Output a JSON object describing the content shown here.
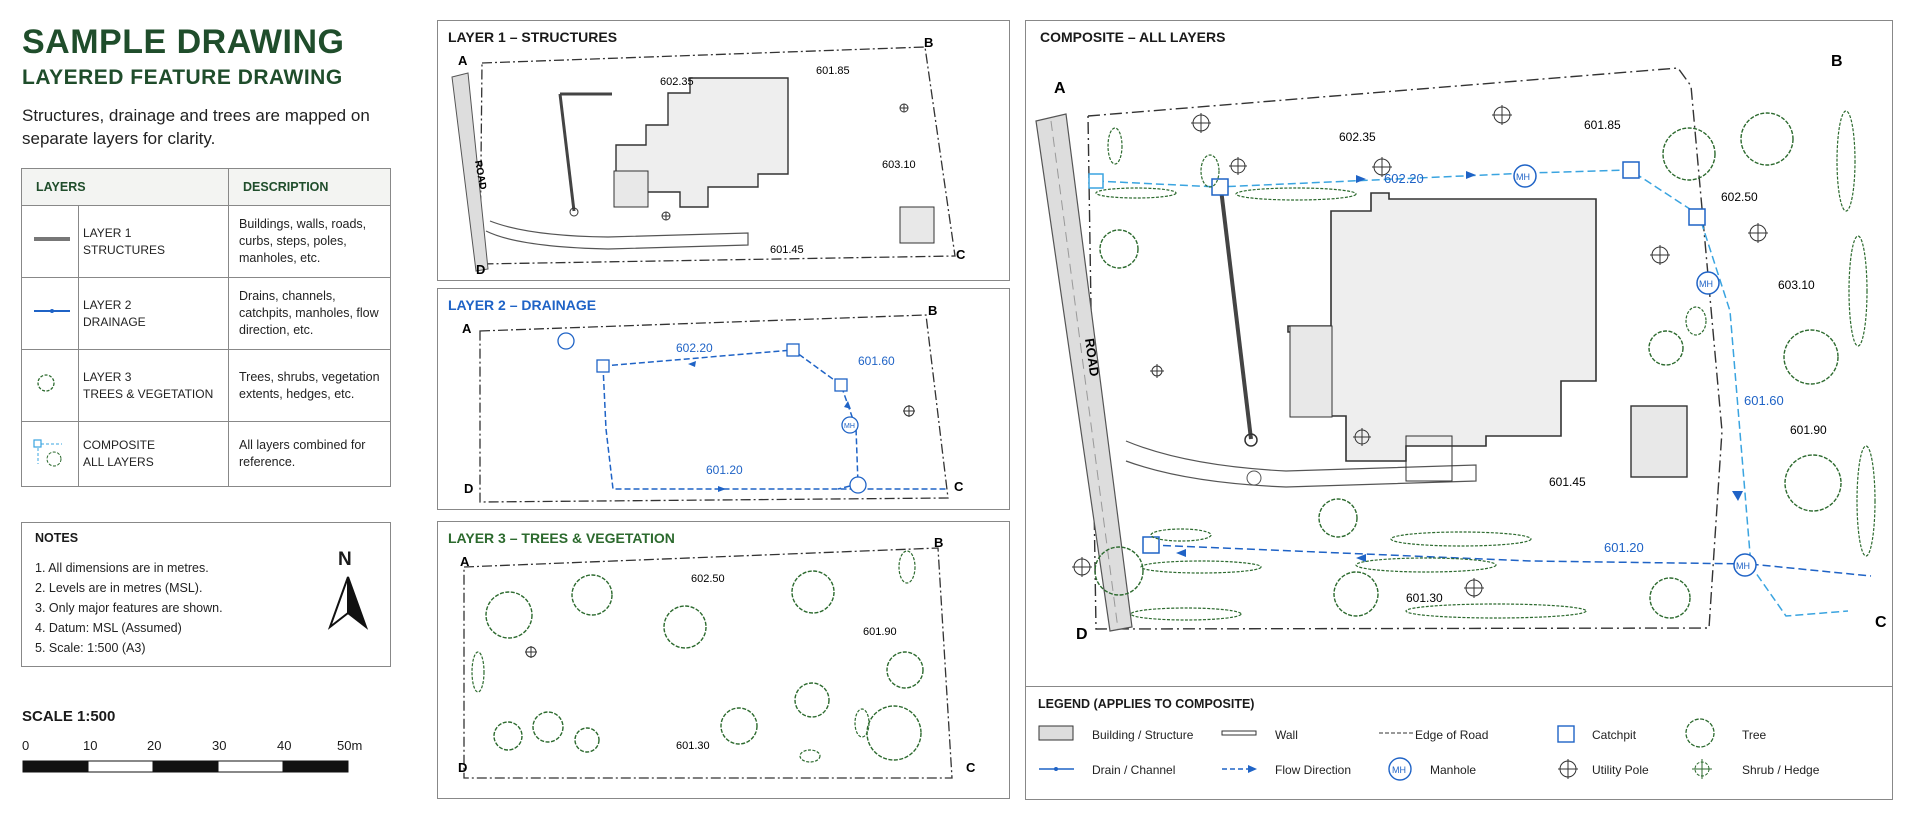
{
  "header": {
    "title": "SAMPLE DRAWING",
    "subtitle": "LAYERED FEATURE DRAWING",
    "description": "Structures, drainage and trees are mapped on separate layers for clarity."
  },
  "layers_table": {
    "col_layers": "LAYERS",
    "col_description": "DESCRIPTION",
    "rows": [
      {
        "name_line1": "LAYER 1",
        "name_line2": "STRUCTURES",
        "description": "Buildings, walls, roads, curbs, steps, poles, manholes, etc."
      },
      {
        "name_line1": "LAYER 2",
        "name_line2": "DRAINAGE",
        "description": "Drains, channels, catchpits, manholes, flow direction, etc."
      },
      {
        "name_line1": "LAYER 3",
        "name_line2": "TREES & VEGETATION",
        "description": "Trees, shrubs, vegetation extents, hedges, etc."
      },
      {
        "name_line1": "COMPOSITE",
        "name_line2": "ALL LAYERS",
        "description": "All layers combined for reference."
      }
    ]
  },
  "notes": {
    "heading": "NOTES",
    "items": [
      "1.  All dimensions are in metres.",
      "2.  Levels are in metres (MSL).",
      "3.  Only major features are shown.",
      "4.  Datum: MSL (Assumed)",
      "5.  Scale: 1:500 (A3)"
    ],
    "north_label": "N"
  },
  "scale_bar": {
    "label": "SCALE  1:500",
    "ticks": [
      "0",
      "10",
      "20",
      "30",
      "40",
      "50m"
    ]
  },
  "panels": {
    "structures": {
      "title": "LAYER 1 – STRUCTURES",
      "road_label": "ROAD",
      "corners": [
        "A",
        "B",
        "C",
        "D"
      ],
      "levels": [
        "602.35",
        "601.85",
        "603.10",
        "601.45"
      ]
    },
    "drainage": {
      "title": "LAYER 2 – DRAINAGE",
      "corners": [
        "A",
        "B",
        "C",
        "D"
      ],
      "levels": [
        "602.20",
        "601.60",
        "601.20"
      ],
      "manhole_label": "MH"
    },
    "trees": {
      "title": "LAYER 3 – TREES & VEGETATION",
      "corners": [
        "A",
        "B",
        "C",
        "D"
      ],
      "levels": [
        "602.50",
        "601.90",
        "601.30"
      ]
    },
    "composite": {
      "title": "COMPOSITE – ALL LAYERS",
      "road_label": "ROAD",
      "corners": [
        "A",
        "B",
        "C",
        "D"
      ],
      "levels": [
        "602.35",
        "601.85",
        "602.50",
        "603.10",
        "601.90",
        "601.45",
        "601.30"
      ],
      "drain_levels": [
        "602.20",
        "601.60",
        "601.20"
      ],
      "manhole_label": "MH"
    }
  },
  "legend": {
    "heading": "LEGEND  (APPLIES TO COMPOSITE)",
    "items": [
      "Building / Structure",
      "Wall",
      "Edge of Road",
      "Catchpit",
      "Tree",
      "Drain / Channel",
      "Flow Direction",
      "Manhole",
      "Utility Pole",
      "Shrub / Hedge"
    ]
  },
  "colors": {
    "green": "#2c6a2e",
    "title_green": "#1f4d2b",
    "blue": "#1f63c6",
    "light_blue": "#3aa4e0",
    "line": "#333333"
  }
}
